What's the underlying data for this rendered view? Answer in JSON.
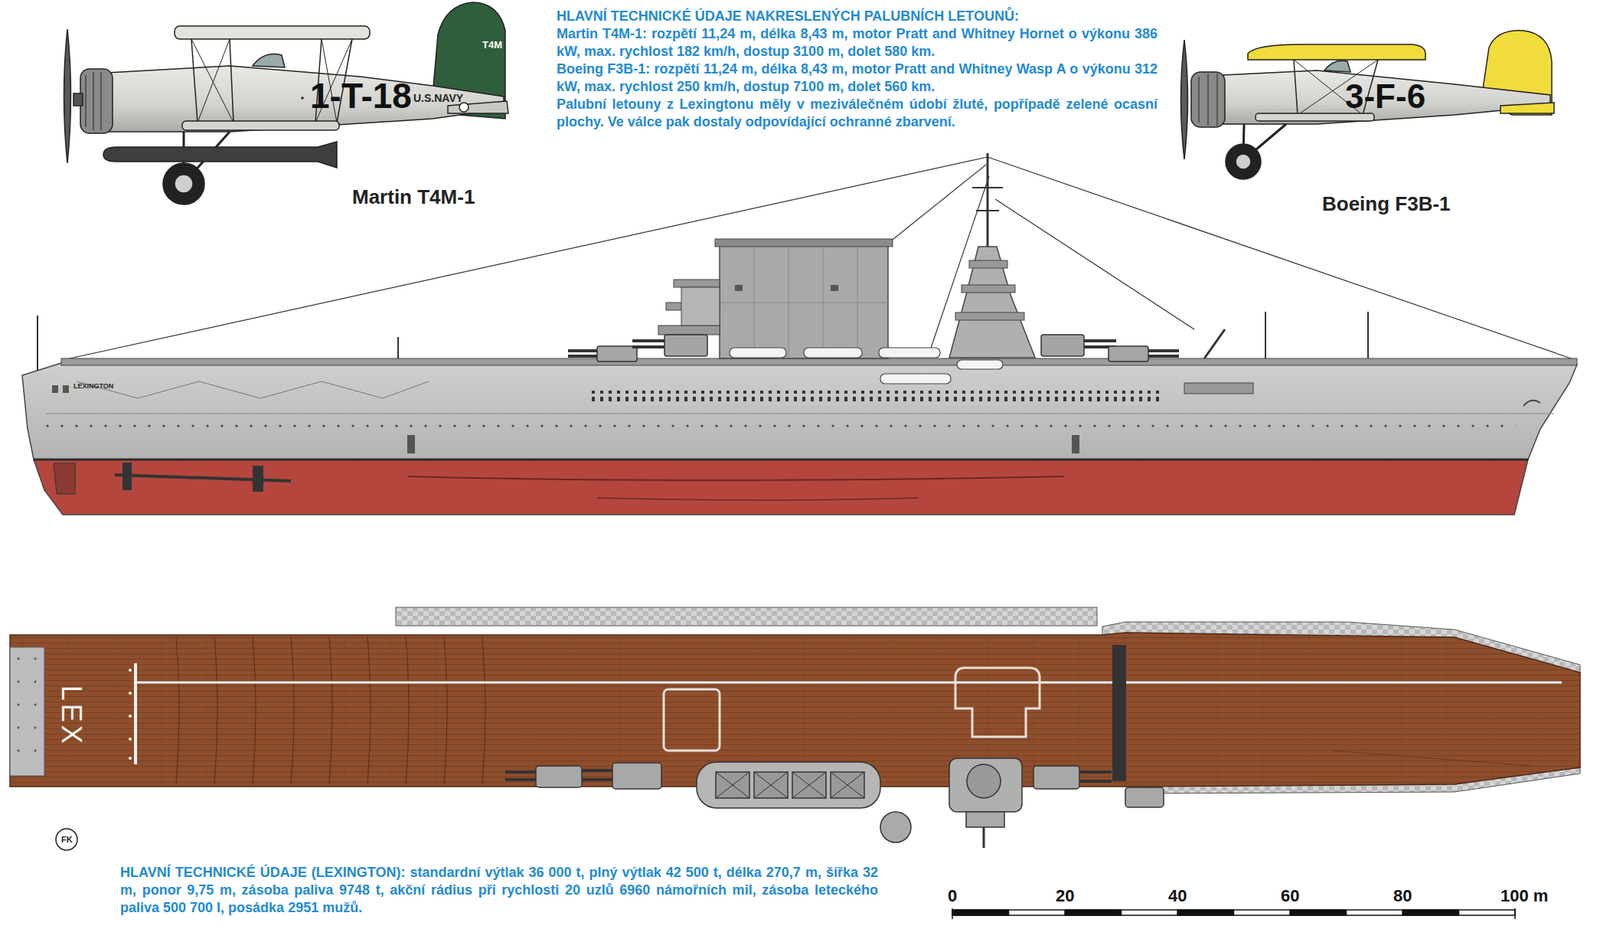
{
  "diagram": {
    "labels": [
      "HLAVNÍ TECHNICKÉ ÚDAJE NAKRESLENÝCH PALUBNÍCH LETOUNŮ:",
      "Martin T4M-1: rozpětí 11,24 m, délka 8,43 m, motor Pratt and Whitney Hornet o výkonu 386 kW, max. rychlost 182 km/h, dostup 3100 m, dolet 580 km.",
      "Boeing F3B-1: rozpětí 11,24 m, délka 8,43 m, motor Pratt and Whitney Wasp A o výkonu 312 kW, max. rychlost 250 km/h, dostup 7100 m, dolet 560 km.",
      "Palubní letouny z Lexingtonu měly v meziválečném údobí žluté, popřípadě zelené ocasní plochy. Ve válce pak dostaly odpovídající ochranné zbarvení.",
      "1-T-18",
      "U.S.NAVY",
      "T4M",
      "Martin T4M-1",
      "3-F-6",
      "Boeing F3B-1",
      "LEXINGTON",
      "LEX",
      "HLAVNÍ TECHNICKÉ ÚDAJE (LEXINGTON): standardní výtlak 36 000 t, plný výtlak 42 500 t, délka 270,7 m, šířka 32 m, ponor 9,75 m, zásoba paliva 9748 t, akční rádius při rychlosti 20 uzlů 6960 námořních mil, zásoba leteckého paliva 500 700 l, posádka 2951 mužů.",
      "0",
      "20",
      "40",
      "60",
      "80",
      "100 m",
      "FK"
    ]
  }
}
